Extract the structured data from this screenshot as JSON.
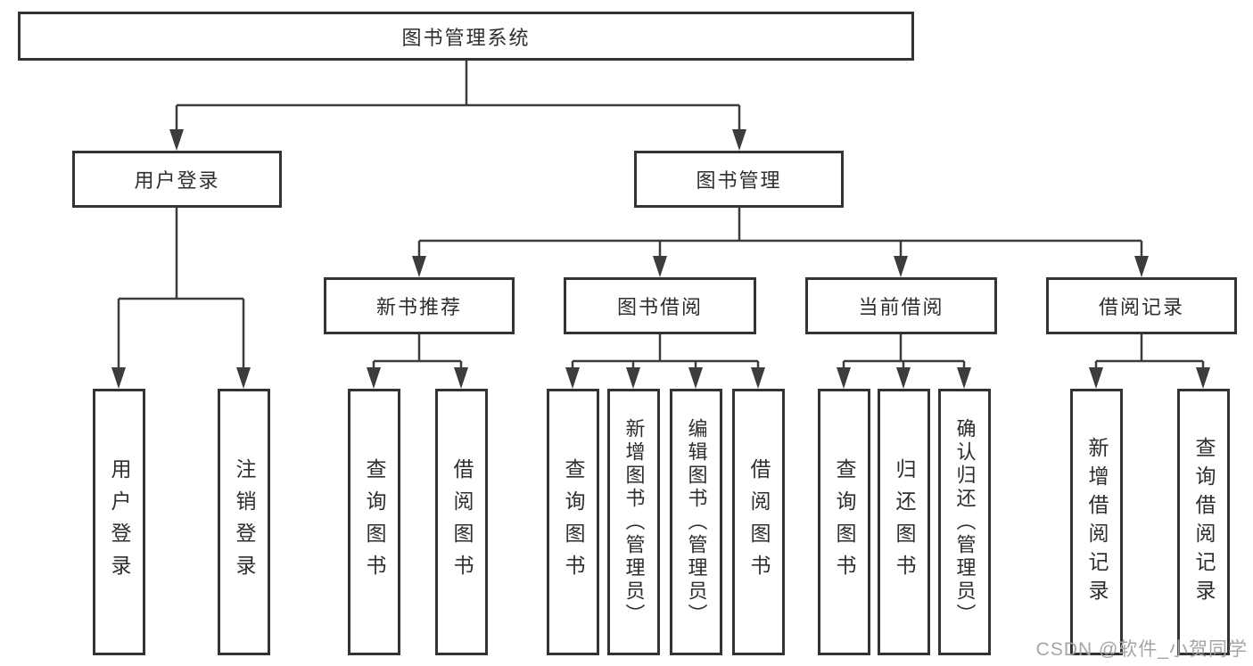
{
  "tree": {
    "label": "图书管理系统",
    "children": [
      {
        "label": "用户登录",
        "children": [
          {
            "label": "用户登录"
          },
          {
            "label": "注销登录"
          }
        ]
      },
      {
        "label": "图书管理",
        "children": [
          {
            "label": "新书推荐",
            "children": [
              {
                "label": "查询图书"
              },
              {
                "label": "借阅图书"
              }
            ]
          },
          {
            "label": "图书借阅",
            "children": [
              {
                "label": "查询图书"
              },
              {
                "label": "新增图书（管理员）"
              },
              {
                "label": "编辑图书（管理员）"
              },
              {
                "label": "借阅图书"
              }
            ]
          },
          {
            "label": "当前借阅",
            "children": [
              {
                "label": "查询图书"
              },
              {
                "label": "归还图书"
              },
              {
                "label": "确认归还（管理员）"
              }
            ]
          },
          {
            "label": "借阅记录",
            "children": [
              {
                "label": "新增借阅记录"
              },
              {
                "label": "查询借阅记录"
              }
            ]
          }
        ]
      }
    ]
  },
  "watermark": "CSDN @软件_小贺同学",
  "colors": {
    "line": "#3c3c3c",
    "box_border": "#333333",
    "text": "#2e2e2e",
    "watermark": "#a5a5a5",
    "background": "#ffffff"
  }
}
